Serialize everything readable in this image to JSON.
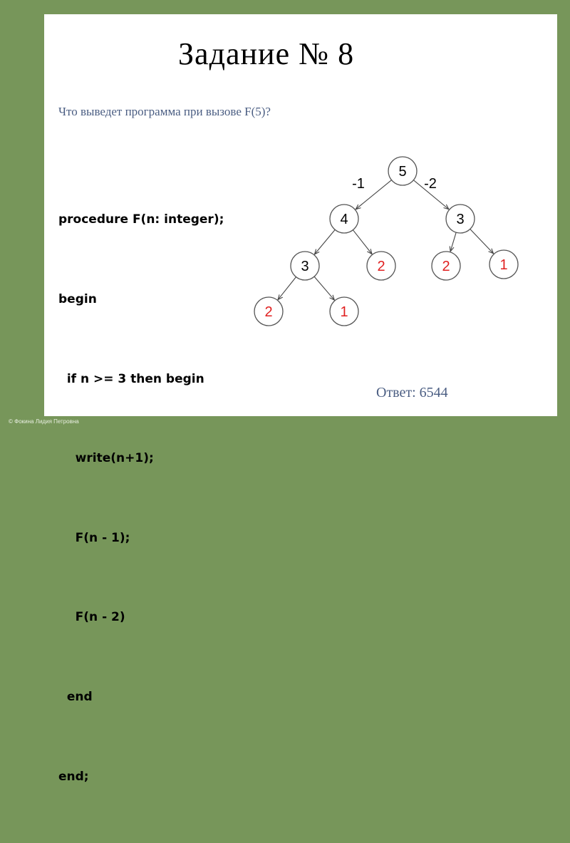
{
  "slide": {
    "title": "Задание № 8",
    "question": "Что выведет программа при вызове F(5)?",
    "code_lines": [
      "procedure F(n: integer);",
      "begin",
      "  if n >= 3 then begin",
      "    write(n+1);",
      "    F(n - 1);",
      "    F(n - 2)",
      "  end",
      "end;"
    ],
    "answer": "Ответ: 6544",
    "footer": "© Фокина Лидия Петровна"
  },
  "tree": {
    "colors": {
      "normal": "#000000",
      "leaf": "#e02020"
    },
    "edge_labels": [
      "-1",
      "-2"
    ],
    "nodes": [
      {
        "id": "n5",
        "label": "5",
        "leaf": false
      },
      {
        "id": "n4",
        "label": "4",
        "leaf": false
      },
      {
        "id": "n3r",
        "label": "3",
        "leaf": false
      },
      {
        "id": "n3l",
        "label": "3",
        "leaf": false
      },
      {
        "id": "n2a",
        "label": "2",
        "leaf": true
      },
      {
        "id": "n2b",
        "label": "2",
        "leaf": true
      },
      {
        "id": "n1a",
        "label": "1",
        "leaf": true
      },
      {
        "id": "n2c",
        "label": "2",
        "leaf": true
      },
      {
        "id": "n1b",
        "label": "1",
        "leaf": true
      }
    ],
    "edges": [
      [
        "n5",
        "n4"
      ],
      [
        "n5",
        "n3r"
      ],
      [
        "n4",
        "n3l"
      ],
      [
        "n4",
        "n2a"
      ],
      [
        "n3r",
        "n2b"
      ],
      [
        "n3r",
        "n1a"
      ],
      [
        "n3l",
        "n2c"
      ],
      [
        "n3l",
        "n1b"
      ]
    ]
  }
}
